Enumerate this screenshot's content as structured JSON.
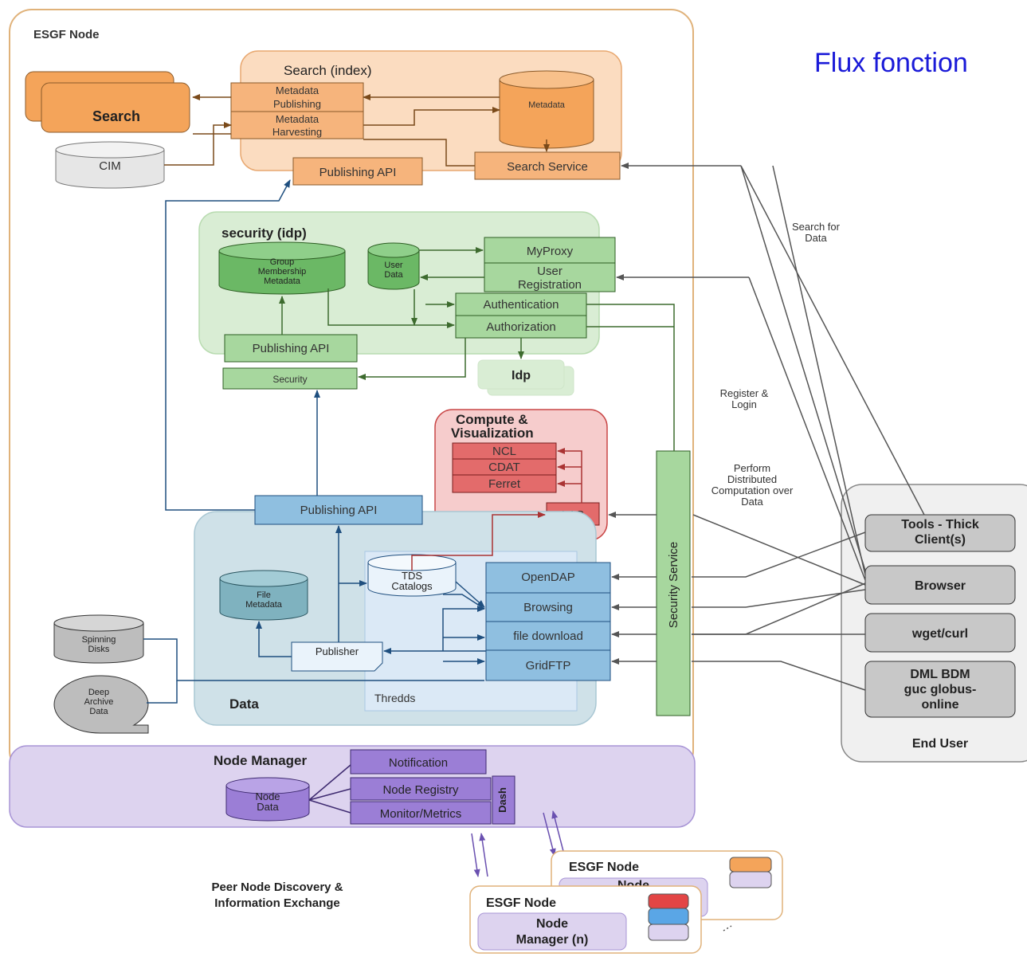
{
  "page_title": "Flux fonction",
  "colors": {
    "search": "#f4a45a",
    "security": "#8fcf8a",
    "data": "#8fbfe0",
    "compute": "#e36b6b",
    "nodemgr": "#9b7ed6",
    "user": "#cccccc"
  },
  "esgf_node": {
    "title": "ESGF Node",
    "search_index": {
      "title": "Search (index)",
      "metadata_publishing": [
        "Metadata",
        "Publishing"
      ],
      "metadata_harvesting": [
        "Metadata",
        "Harvesting"
      ],
      "metadata_db": "Metadata",
      "search_service": "Search Service",
      "publishing_api": "Publishing API"
    },
    "search_box": "Search",
    "cim": "CIM",
    "security_idp": {
      "title": "security (idp)",
      "group_membership": [
        "Group",
        "Membership",
        "Metadata"
      ],
      "user_data": [
        "User",
        "Data"
      ],
      "myproxy": "MyProxy",
      "user_registration": [
        "User",
        "Registration"
      ],
      "authentication": "Authentication",
      "authorization": "Authorization",
      "publishing_api": "Publishing API",
      "security": "Security",
      "idp": "Idp"
    },
    "compute": {
      "title": [
        "Compute &",
        "Visualization"
      ],
      "ncl": "NCL",
      "cdat": "CDAT",
      "ferret": "Ferret",
      "las": "LAS"
    },
    "data": {
      "title": "Data",
      "publishing_api": "Publishing API",
      "file_metadata": [
        "File",
        "Metadata"
      ],
      "tds_catalogs": [
        "TDS",
        "Catalogs"
      ],
      "publisher": "Publisher",
      "thredds": "Thredds",
      "opendap": "OpenDAP",
      "browsing": "Browsing",
      "file_download": "file download",
      "gridftp": "GridFTP"
    },
    "spinning_disks": [
      "Spinning",
      "Disks"
    ],
    "deep_archive": [
      "Deep",
      "Archive",
      "Data"
    ],
    "security_service": "Security Service"
  },
  "node_manager": {
    "title": "Node Manager",
    "node_data": [
      "Node",
      "Data"
    ],
    "notification": "Notification",
    "node_registry": "Node Registry",
    "monitor": "Monitor/Metrics",
    "dash": "Dash"
  },
  "edge_labels": {
    "search_for_data": [
      "Search for",
      "Data"
    ],
    "register_login": [
      "Register &",
      "Login"
    ],
    "perform": [
      "Perform",
      "Distributed",
      "Computation over",
      "Data"
    ]
  },
  "end_user": {
    "title": "End User",
    "tools": [
      "Tools - Thick",
      "Client(s)"
    ],
    "browser": "Browser",
    "wget": "wget/curl",
    "dml": [
      "DML BDM",
      "guc globus-",
      "online"
    ]
  },
  "peer": {
    "label": [
      "Peer Node Discovery &",
      "Information Exchange"
    ],
    "node1_title": "ESGF Node",
    "node1_sub": "Node",
    "node2_title": "ESGF Node",
    "node2_sub": [
      "Node",
      "Manager (n)"
    ]
  }
}
